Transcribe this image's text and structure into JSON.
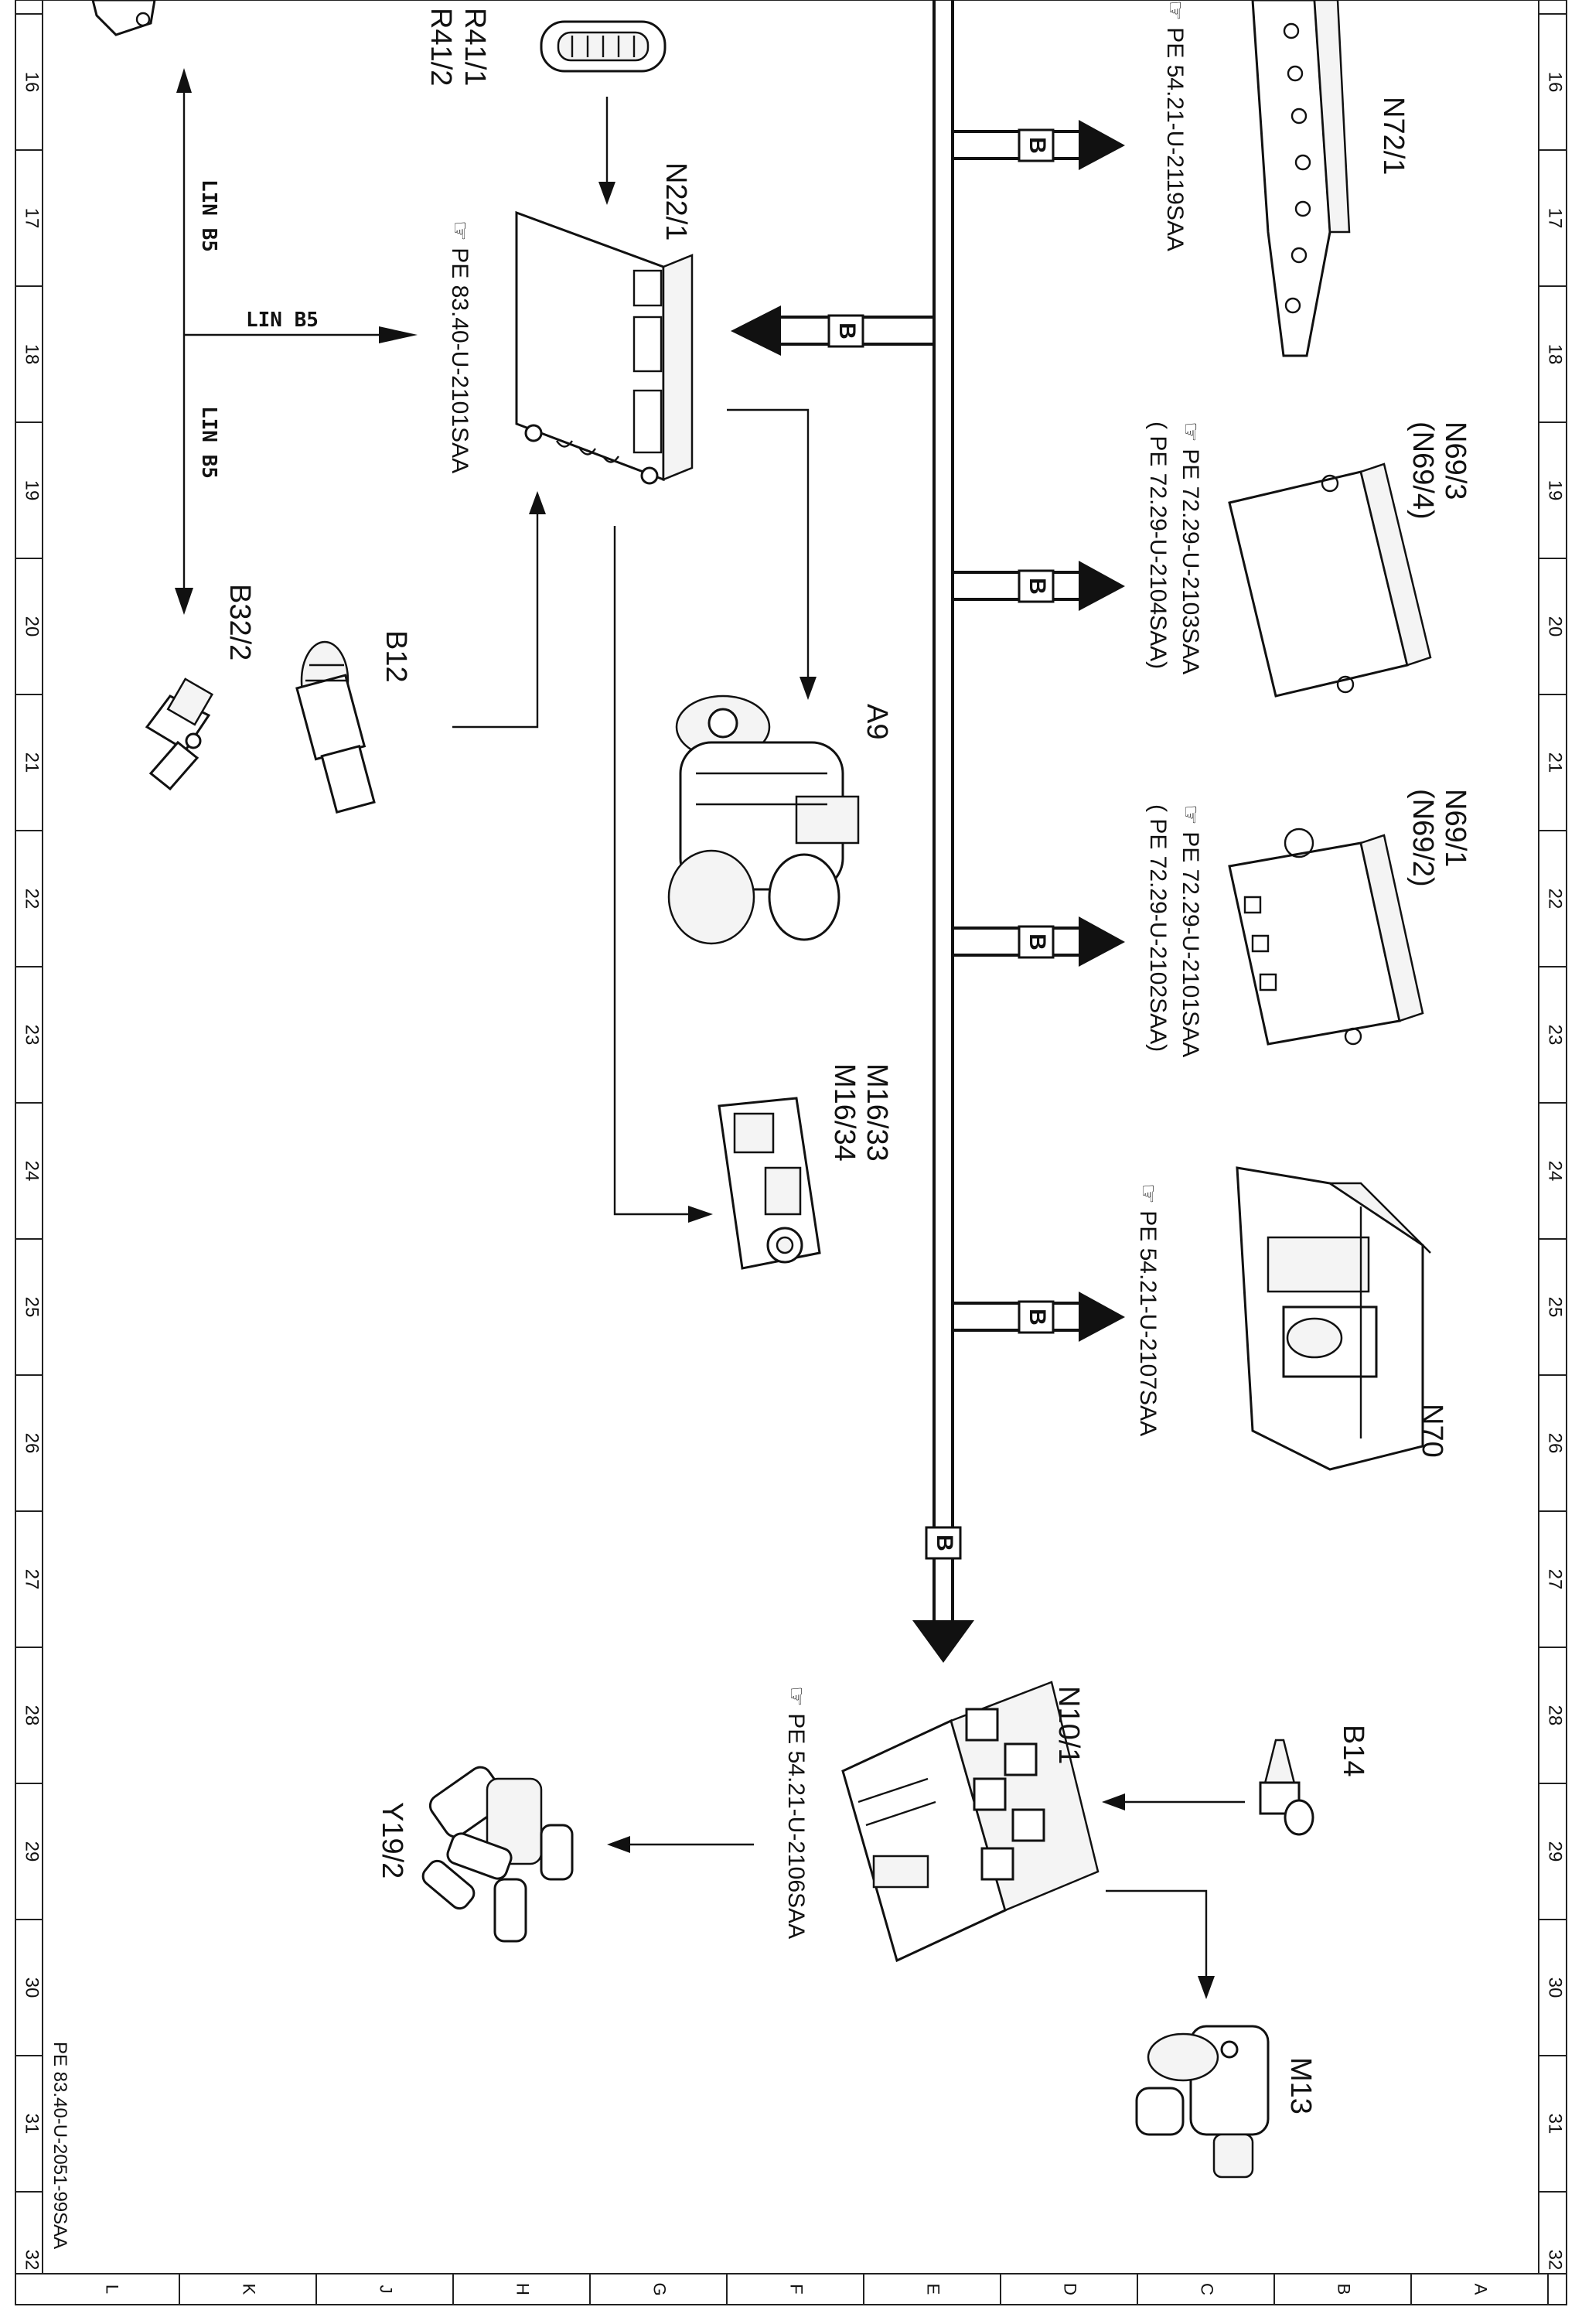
{
  "diagram": {
    "footer_code": "PE 83.40-U-2051-99SAA",
    "row_numbers": [
      "16",
      "17",
      "18",
      "19",
      "20",
      "21",
      "22",
      "23",
      "24",
      "25",
      "26",
      "27",
      "28",
      "29",
      "30",
      "31",
      "32"
    ],
    "column_letters": [
      "L",
      "K",
      "J",
      "H",
      "G",
      "F",
      "E",
      "D",
      "C",
      "B",
      "A"
    ],
    "bus_label": "B",
    "lin_label": "LIN B5",
    "components": {
      "r41": {
        "label_1": "R41/1",
        "label_2": "R41/2"
      },
      "n22": {
        "label": "N22/1",
        "ref": "PE 83.40-U-2101SAA"
      },
      "b32": {
        "label": "B32/2"
      },
      "b12": {
        "label": "B12"
      },
      "a9": {
        "label": "A9"
      },
      "m16": {
        "label_1": "M16/33",
        "label_2": "M16/34"
      },
      "y19": {
        "label": "Y19/2"
      },
      "n10": {
        "label": "N10/1",
        "ref": "PE 54.21-U-2106SAA"
      },
      "b14": {
        "label": "B14"
      },
      "m13": {
        "label": "M13"
      },
      "n72": {
        "label": "N72/1",
        "ref": "PE 54.21-U-2119SAA"
      },
      "n69_3": {
        "label_1": "N69/3",
        "label_2": "(N69/4)",
        "ref_1": "PE 72.29-U-2103SAA",
        "ref_2": "( PE 72.29-U-2104SAA)"
      },
      "n69_1": {
        "label_1": "N69/1",
        "label_2": "(N69/2)",
        "ref_1": "PE 72.29-U-2101SAA",
        "ref_2": "( PE 72.29-U-2102SAA)"
      },
      "n70": {
        "label": "N70",
        "ref": "PE 54.21-U-2107SAA"
      }
    }
  }
}
